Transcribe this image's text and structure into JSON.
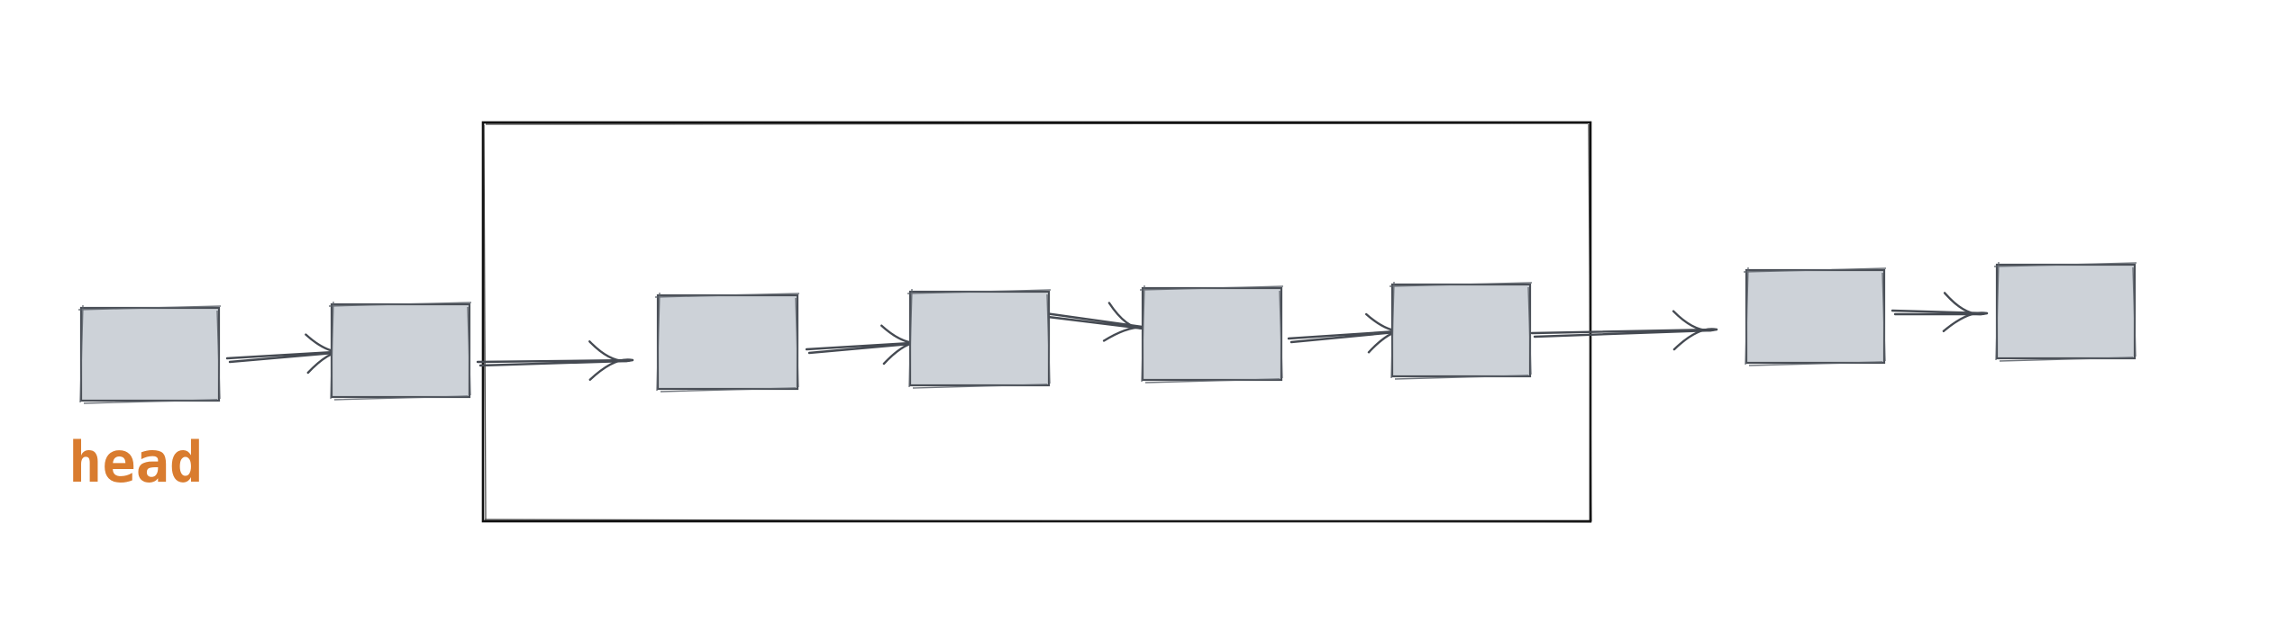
{
  "diagram": {
    "head_label": "head",
    "head_color": "#d97c2f",
    "node_count": 8,
    "node_fill": "#cdd2d8",
    "window_start_node": 2,
    "window_end_node": 5
  }
}
